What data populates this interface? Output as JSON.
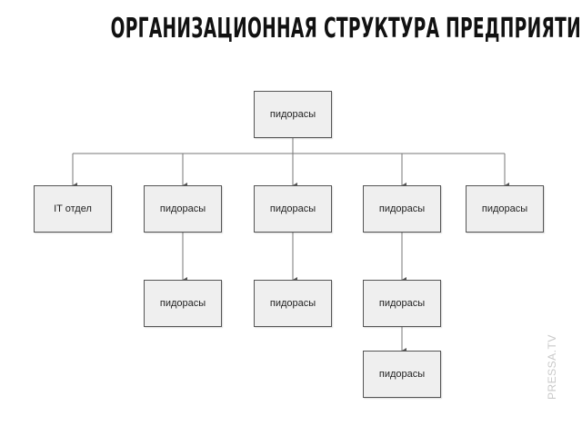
{
  "title": "ОРГАНИЗАЦИОННАЯ СТРУКТУРА ПРЕДПРИЯТИЯ",
  "root": {
    "label": "пидорасы"
  },
  "departments": [
    {
      "label": "IT отдел",
      "children": []
    },
    {
      "label": "пидорасы",
      "children": [
        {
          "label": "пидорасы"
        }
      ]
    },
    {
      "label": "пидорасы",
      "children": [
        {
          "label": "пидорасы"
        }
      ]
    },
    {
      "label": "пидорасы",
      "children": [
        {
          "label": "пидорасы"
        },
        {
          "label": "пидорасы"
        }
      ]
    },
    {
      "label": "пидорасы",
      "children": []
    }
  ],
  "watermark": "PRESSA.TV",
  "colors": {
    "box_fill": "#efefef",
    "box_border": "#555555",
    "connector": "#777777"
  }
}
